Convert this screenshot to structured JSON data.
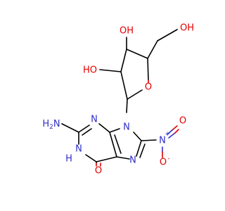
{
  "colors": {
    "oxygen": "#e30000",
    "nitrogen": "#2f2fc8",
    "bond": "#000000",
    "background": "#ffffff"
  },
  "atoms": {
    "ho_c3": "OH",
    "ho_c2": "HO",
    "oh_c5": "OH",
    "ring_o": "O",
    "n9": "N",
    "n3": "N",
    "n7": "N",
    "n1": "N",
    "n1_h": "H",
    "nh2": "H2N",
    "n_nitro": "N",
    "nitro_plus": "+",
    "o_nitro_double": "O",
    "o_nitro_single": "O",
    "nitro_minus": "-",
    "o_carbonyl": "O"
  }
}
